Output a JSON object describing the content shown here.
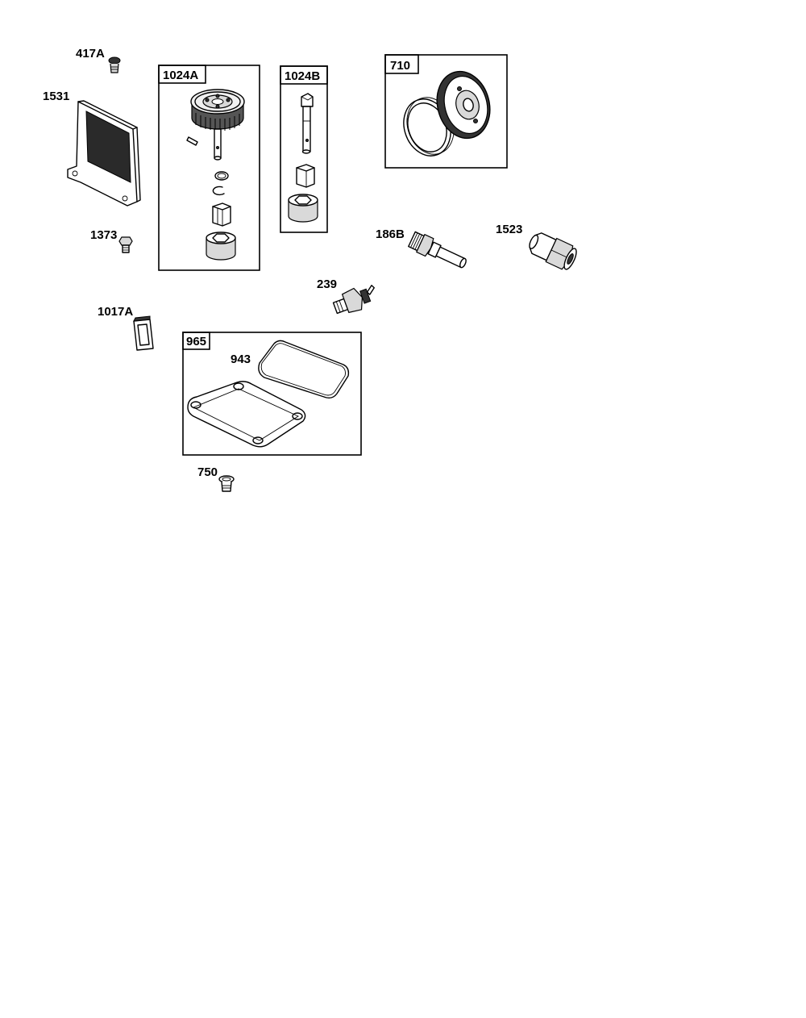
{
  "callouts": {
    "p417a": "417A",
    "p1531": "1531",
    "p1373": "1373",
    "p1017a": "1017A",
    "p1024a": "1024A",
    "p1024b": "1024B",
    "p710": "710",
    "p186b": "186B",
    "p1523": "1523",
    "p239": "239",
    "p965": "965",
    "p943": "943",
    "p750": "750"
  }
}
